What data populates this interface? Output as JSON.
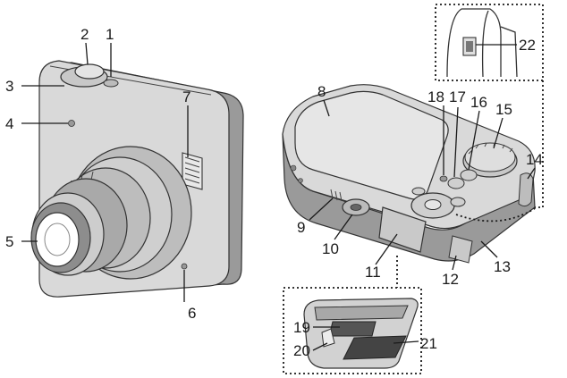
{
  "colors": {
    "body": "#d9d9d9",
    "body_dark": "#9a9a9a",
    "body_light": "#efefef",
    "lens_glass": "#ffffff",
    "lens_ring": "#bdbdbd",
    "outline": "#333333"
  },
  "callouts": [
    {
      "id": "1",
      "label": "1"
    },
    {
      "id": "2",
      "label": "2"
    },
    {
      "id": "3",
      "label": "3"
    },
    {
      "id": "4",
      "label": "4"
    },
    {
      "id": "5",
      "label": "5"
    },
    {
      "id": "6",
      "label": "6"
    },
    {
      "id": "7",
      "label": "7"
    },
    {
      "id": "8",
      "label": "8"
    },
    {
      "id": "9",
      "label": "9"
    },
    {
      "id": "10",
      "label": "10"
    },
    {
      "id": "11",
      "label": "11"
    },
    {
      "id": "12",
      "label": "12"
    },
    {
      "id": "13",
      "label": "13"
    },
    {
      "id": "14",
      "label": "14"
    },
    {
      "id": "15",
      "label": "15"
    },
    {
      "id": "16",
      "label": "16"
    },
    {
      "id": "17",
      "label": "17"
    },
    {
      "id": "18",
      "label": "18"
    },
    {
      "id": "19",
      "label": "19"
    },
    {
      "id": "20",
      "label": "20"
    },
    {
      "id": "21",
      "label": "21"
    },
    {
      "id": "22",
      "label": "22"
    }
  ]
}
